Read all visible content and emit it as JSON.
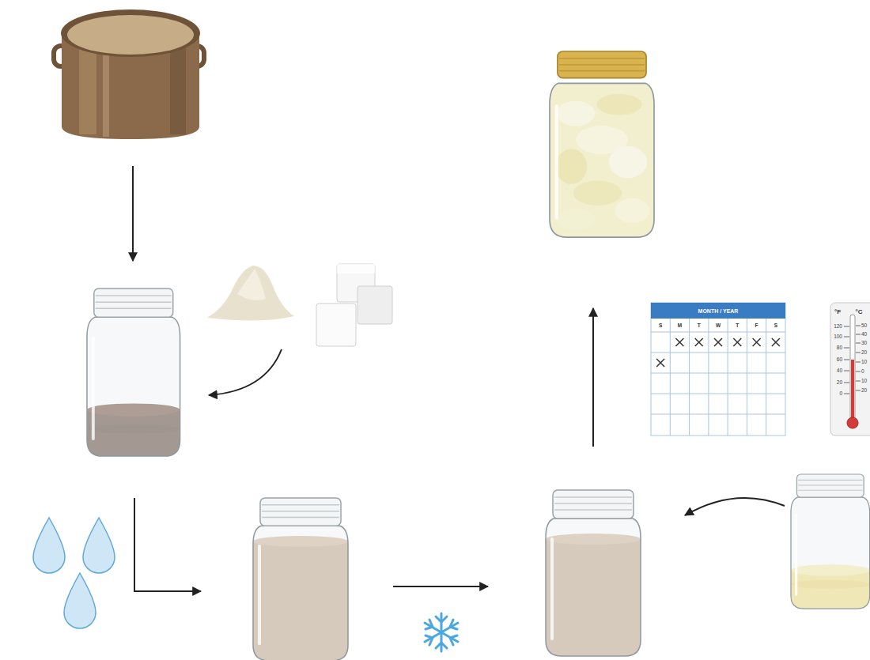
{
  "diagram": {
    "nodes": [
      {
        "text": [
          "MONTH / YEAR",
          "S",
          "M",
          "T",
          "W",
          "T",
          "F",
          "S"
        ]
      },
      {
        "text": [
          "°F",
          "°C",
          "120",
          "100",
          "80",
          "60",
          "40",
          "20",
          "0",
          "50",
          "40",
          "30",
          "20",
          "10",
          "0",
          "10",
          "20"
        ]
      }
    ]
  }
}
